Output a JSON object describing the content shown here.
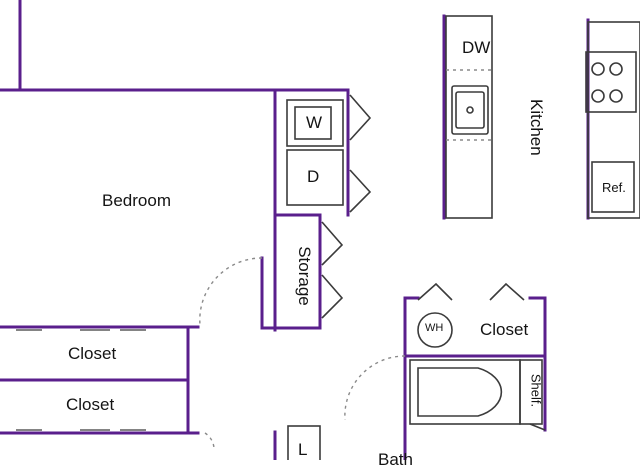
{
  "rooms": {
    "bedroom": "Bedroom",
    "kitchen": "Kitchen",
    "storage": "Storage",
    "closet_1": "Closet",
    "closet_2": "Closet",
    "closet_bath": "Closet",
    "bath": "Bath",
    "shelf": "Shelf."
  },
  "fixtures": {
    "washer": "W",
    "dryer": "D",
    "dishwasher": "DW",
    "refrigerator": "Ref.",
    "water_heater": "WH",
    "partial_letter": "L"
  },
  "colors": {
    "wall": "#5a1f8c",
    "line": "#3b3b3b",
    "dash": "#8a8a8a"
  }
}
